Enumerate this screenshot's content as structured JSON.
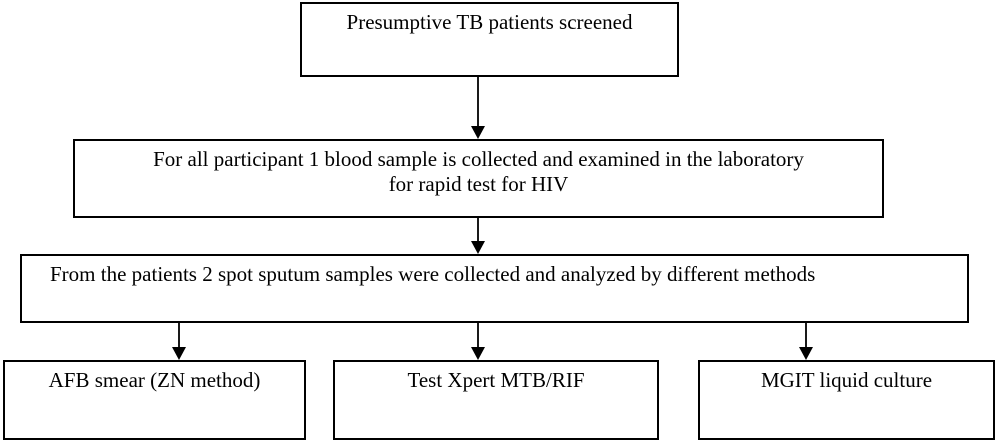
{
  "chart_data": {
    "type": "diagram",
    "diagram_kind": "flowchart",
    "orientation": "top-to-bottom",
    "title": "",
    "colors": {
      "node_border": "#000000",
      "node_fill": "#ffffff",
      "connector": "#000000",
      "text": "#000000",
      "background": "#ffffff"
    },
    "nodes": [
      {
        "id": "screened",
        "label": "Presumptive TB patients screened",
        "level": 1
      },
      {
        "id": "blood",
        "label": "For all participant 1 blood sample is collected and examined in the laboratory\nfor rapid test for HIV",
        "level": 2
      },
      {
        "id": "sputum",
        "label": "From the patients 2 spot sputum samples were collected and analyzed by different methods",
        "level": 3
      },
      {
        "id": "afb",
        "label": "AFB smear (ZN method)",
        "level": 4
      },
      {
        "id": "xpert",
        "label": "Test Xpert MTB/RIF",
        "level": 4
      },
      {
        "id": "mgit",
        "label": "MGIT liquid culture",
        "level": 4
      }
    ],
    "edges": [
      {
        "from": "screened",
        "to": "blood",
        "style": "solid-arrow",
        "label": ""
      },
      {
        "from": "blood",
        "to": "sputum",
        "style": "solid-arrow",
        "label": ""
      },
      {
        "from": "sputum",
        "to": "afb",
        "style": "solid-arrow",
        "label": ""
      },
      {
        "from": "sputum",
        "to": "xpert",
        "style": "solid-arrow",
        "label": ""
      },
      {
        "from": "sputum",
        "to": "mgit",
        "style": "solid-arrow",
        "label": ""
      }
    ]
  },
  "flow": {
    "screened": {
      "text": "Presumptive TB patients screened"
    },
    "blood": {
      "text": "For all participant 1 blood sample is collected and examined in the laboratory\nfor rapid test for HIV"
    },
    "sputum": {
      "text": "From the patients 2 spot sputum samples were collected and analyzed by different methods"
    },
    "afb": {
      "text": "AFB smear (ZN method)"
    },
    "xpert": {
      "text": "Test Xpert MTB/RIF"
    },
    "mgit": {
      "text": "MGIT liquid culture"
    }
  }
}
